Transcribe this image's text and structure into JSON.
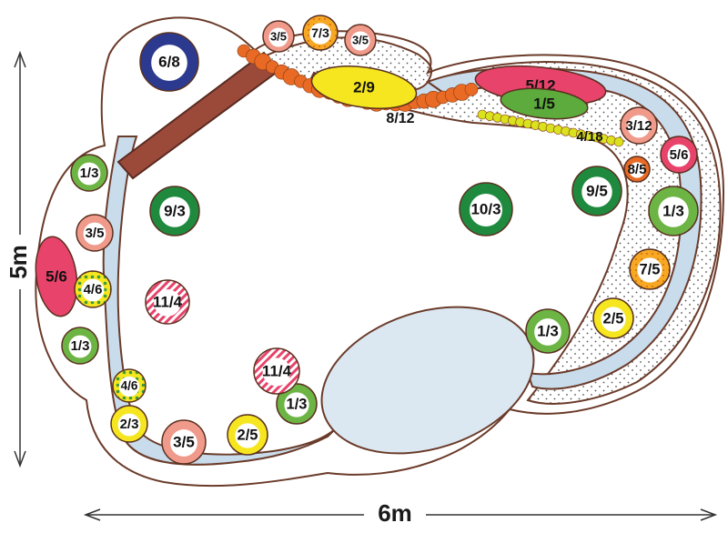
{
  "dimensions": {
    "width_label": "6m",
    "height_label": "5m"
  },
  "plants": [
    {
      "id": "p01",
      "label": "6/8",
      "color": "#2b3a8f",
      "style": "solid"
    },
    {
      "id": "p02",
      "label": "3/5",
      "color": "#ef9a8a",
      "style": "solid"
    },
    {
      "id": "p03",
      "label": "7/3",
      "color": "#f7a823",
      "style": "dotted"
    },
    {
      "id": "p04",
      "label": "3/5",
      "color": "#ef9a8a",
      "style": "solid"
    },
    {
      "id": "p05",
      "label": "2/9",
      "color": "#f5e61f",
      "style": "solid"
    },
    {
      "id": "p06",
      "label": "8/12",
      "color": "#e86a24",
      "style": "text"
    },
    {
      "id": "p07",
      "label": "5/12",
      "color": "#e8436a",
      "style": "solid"
    },
    {
      "id": "p08",
      "label": "1/5",
      "color": "#5cab3c",
      "style": "solid"
    },
    {
      "id": "p09",
      "label": "4/18",
      "color": "#d9e21e",
      "style": "text"
    },
    {
      "id": "p10",
      "label": "3/12",
      "color": "#ef9a8a",
      "style": "solid"
    },
    {
      "id": "p11",
      "label": "5/6",
      "color": "#e8436a",
      "style": "solid"
    },
    {
      "id": "p12",
      "label": "8/5",
      "color": "#e86a24",
      "style": "solid"
    },
    {
      "id": "p13",
      "label": "9/5",
      "color": "#1f8a3e",
      "style": "solid"
    },
    {
      "id": "p14",
      "label": "10/3",
      "color": "#1f8a3e",
      "style": "solid"
    },
    {
      "id": "p15",
      "label": "1/3",
      "color": "#6cb443",
      "style": "solid"
    },
    {
      "id": "p16",
      "label": "7/5",
      "color": "#f7a823",
      "style": "dotted"
    },
    {
      "id": "p17",
      "label": "2/5",
      "color": "#f5e61f",
      "style": "solid"
    },
    {
      "id": "p18",
      "label": "1/3",
      "color": "#6cb443",
      "style": "solid"
    },
    {
      "id": "p19",
      "label": "1/3",
      "color": "#6cb443",
      "style": "solid"
    },
    {
      "id": "p20",
      "label": "9/3",
      "color": "#1f8a3e",
      "style": "solid"
    },
    {
      "id": "p21",
      "label": "3/5",
      "color": "#ef9a8a",
      "style": "solid"
    },
    {
      "id": "p22",
      "label": "5/6",
      "color": "#e8436a",
      "style": "solid"
    },
    {
      "id": "p23",
      "label": "4/6",
      "color": "#f5e61f",
      "style": "spotted"
    },
    {
      "id": "p24",
      "label": "11/4",
      "color": "#e8436a",
      "style": "striped"
    },
    {
      "id": "p25",
      "label": "1/3",
      "color": "#6cb443",
      "style": "solid"
    },
    {
      "id": "p26",
      "label": "4/6",
      "color": "#f5e61f",
      "style": "spotted"
    },
    {
      "id": "p27",
      "label": "2/3",
      "color": "#f5e61f",
      "style": "solid"
    },
    {
      "id": "p28",
      "label": "3/5",
      "color": "#ef9a8a",
      "style": "solid"
    },
    {
      "id": "p29",
      "label": "2/5",
      "color": "#f5e61f",
      "style": "solid"
    },
    {
      "id": "p30",
      "label": "1/3",
      "color": "#6cb443",
      "style": "solid"
    },
    {
      "id": "p31",
      "label": "11/4",
      "color": "#e8436a",
      "style": "striped"
    }
  ],
  "colors": {
    "outline": "#6b3b2a",
    "path": "#c9dcec",
    "bench": "#9b4a3a",
    "hedge": "#e86a24",
    "hedge_small": "#d9e21e"
  }
}
